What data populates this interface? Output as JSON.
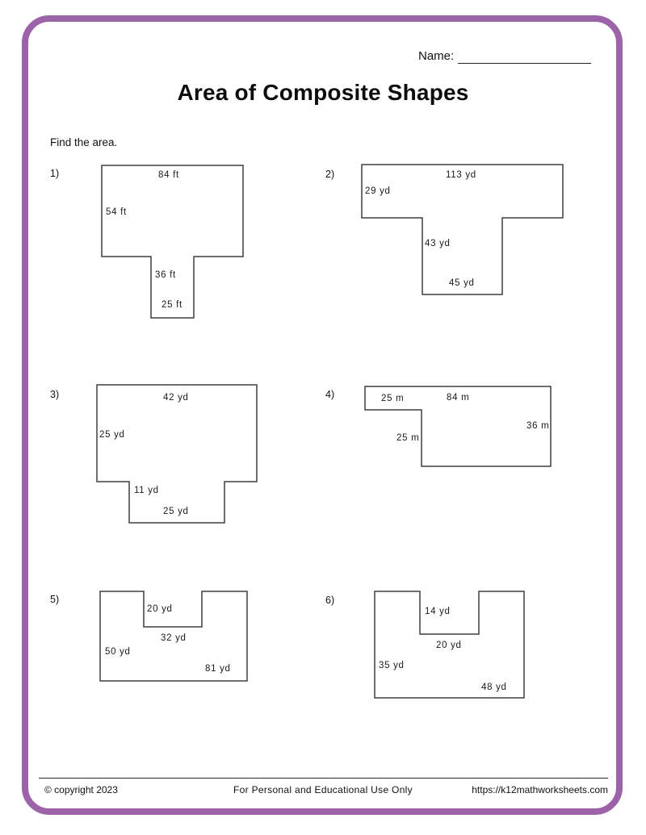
{
  "page": {
    "name_label": "Name:",
    "title": "Area of Composite Shapes",
    "instruction": "Find the area.",
    "accent_color": "#9c63a9"
  },
  "problems": [
    {
      "number": "1)",
      "unit": "ft",
      "labels": [
        "84 ft",
        "54 ft",
        "36 ft",
        "25 ft"
      ]
    },
    {
      "number": "2)",
      "unit": "yd",
      "labels": [
        "113 yd",
        "29 yd",
        "43 yd",
        "45 yd"
      ]
    },
    {
      "number": "3)",
      "unit": "yd",
      "labels": [
        "42 yd",
        "25 yd",
        "11 yd",
        "25 yd"
      ]
    },
    {
      "number": "4)",
      "unit": "m",
      "labels": [
        "25 m",
        "84 m",
        "36 m",
        "25 m"
      ]
    },
    {
      "number": "5)",
      "unit": "yd",
      "labels": [
        "20 yd",
        "32 yd",
        "50 yd",
        "81 yd"
      ]
    },
    {
      "number": "6)",
      "unit": "yd",
      "labels": [
        "14 yd",
        "20 yd",
        "35 yd",
        "48 yd"
      ]
    }
  ],
  "footer": {
    "copyright": "© copyright 2023",
    "center": "For Personal and Educational Use Only",
    "url": "https://k12mathworksheets.com"
  }
}
